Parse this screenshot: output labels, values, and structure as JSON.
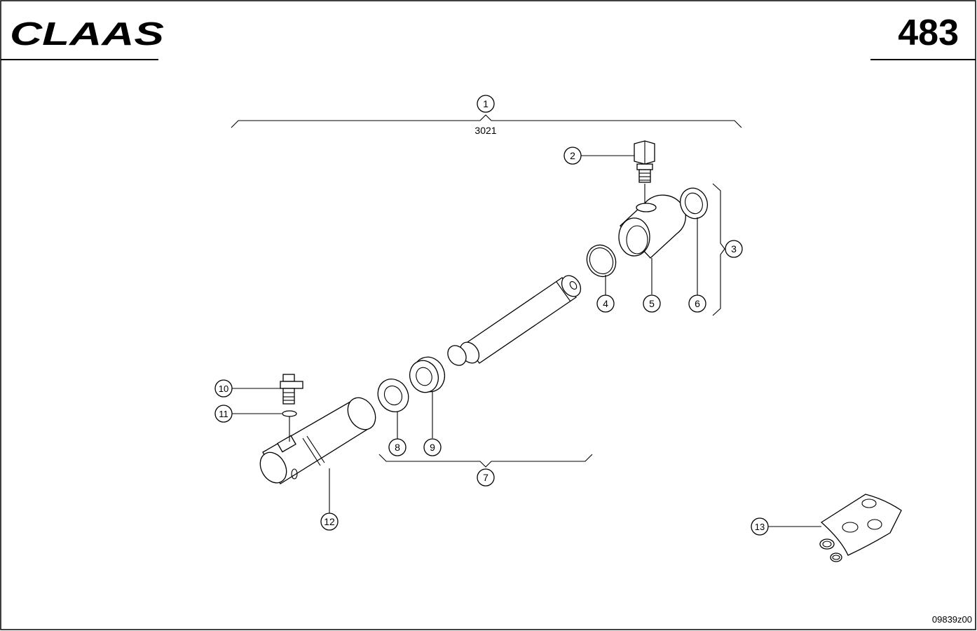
{
  "header": {
    "brand": "CLAAS",
    "page_number": "483"
  },
  "assembly": {
    "label_1_value": "3021"
  },
  "callouts": [
    "1",
    "2",
    "3",
    "4",
    "5",
    "6",
    "7",
    "8",
    "9",
    "10",
    "11",
    "12",
    "13"
  ],
  "footer": {
    "drawing_code": "09839z00"
  }
}
